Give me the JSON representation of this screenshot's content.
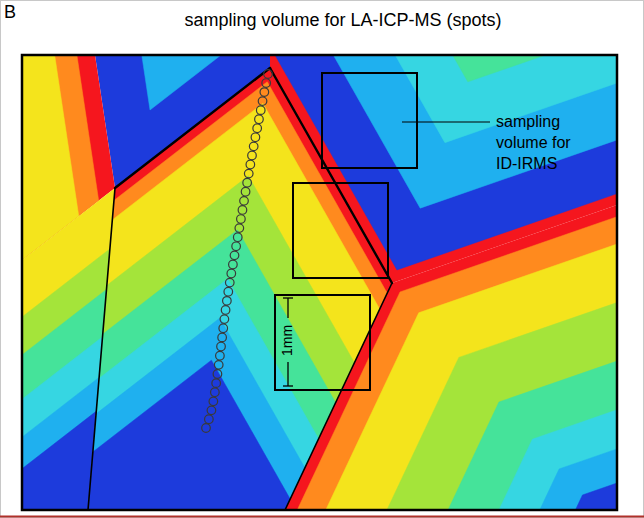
{
  "diagram": {
    "labels": [
      "B",
      "sampling volume for LA-ICP-MS (spots)",
      "sampling volume for ID-IRMS",
      "1mm"
    ]
  }
}
